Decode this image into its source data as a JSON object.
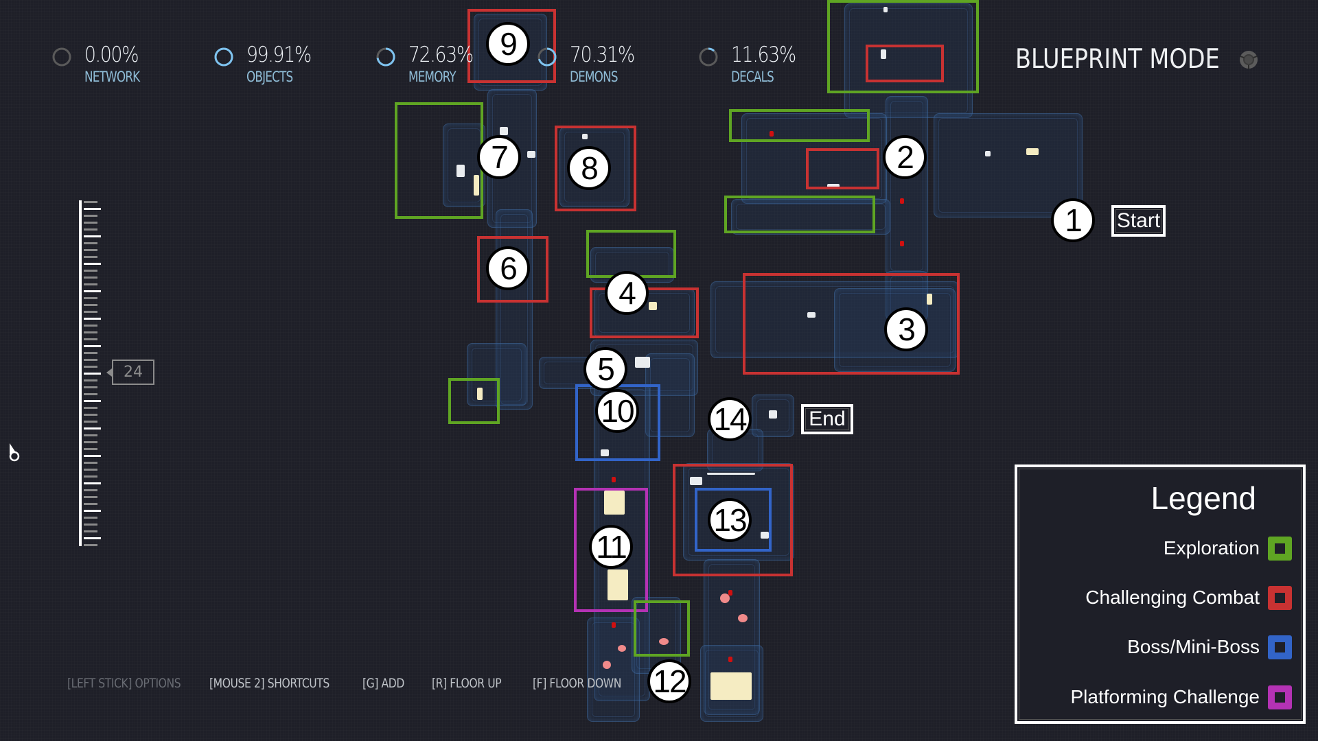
{
  "hud": {
    "stats": [
      {
        "id": "network",
        "value": "0.00%",
        "label": "NETWORK",
        "fraction": 0.0
      },
      {
        "id": "objects",
        "value": "99.91%",
        "label": "OBJECTS",
        "fraction": 0.9991
      },
      {
        "id": "memory",
        "value": "72.63%",
        "label": "MEMORY",
        "fraction": 0.7263
      },
      {
        "id": "demons",
        "value": "70.31%",
        "label": "DEMONS",
        "fraction": 0.7031
      },
      {
        "id": "decals",
        "value": "11.63%",
        "label": "DECALS",
        "fraction": 0.1163
      }
    ],
    "mode_title": "BLUEPRINT MODE",
    "settings_icon": "gear-icon"
  },
  "floor_ruler": {
    "current_floor": "24"
  },
  "colors": {
    "accent_ring": "#7ec3f0",
    "ring_track": "#5a5a5a",
    "exploration": "#5fa523",
    "challenging_combat": "#c83232",
    "boss": "#3264c8",
    "platforming": "#b432b4"
  },
  "map": {
    "start_label": "Start",
    "end_label": "End",
    "markers": [
      "1",
      "2",
      "3",
      "4",
      "5",
      "6",
      "7",
      "8",
      "9",
      "10",
      "11",
      "12",
      "13",
      "14"
    ]
  },
  "shortcuts": [
    "[LEFT STICK] OPTIONS",
    "[MOUSE 2] SHORTCUTS",
    "[G] ADD",
    "[R] FLOOR UP",
    "[F] FLOOR DOWN"
  ],
  "legend": {
    "title": "Legend",
    "items": [
      {
        "label": "Exploration",
        "color": "#5fa523"
      },
      {
        "label": "Challenging Combat",
        "color": "#c83232"
      },
      {
        "label": "Boss/Mini-Boss",
        "color": "#3264c8"
      },
      {
        "label": "Platforming Challenge",
        "color": "#b432b4"
      }
    ]
  }
}
